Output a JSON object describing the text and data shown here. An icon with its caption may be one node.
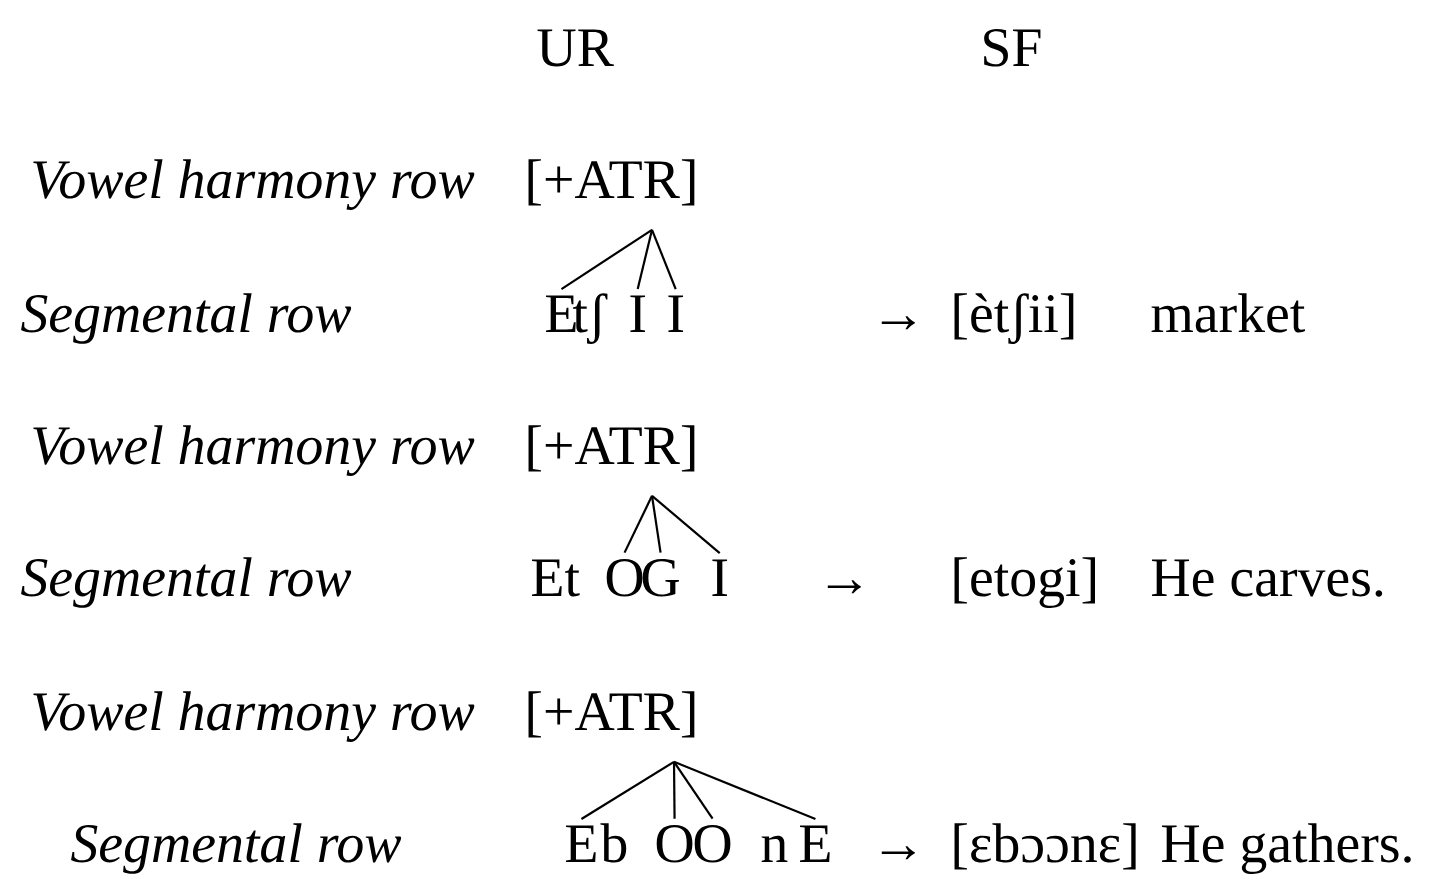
{
  "diagram": {
    "nodes": [
      {
        "text": [
          "[+ATR]"
        ]
      },
      {
        "text": [
          "E"
        ]
      },
      {
        "text": [
          "I"
        ]
      },
      {
        "text": [
          "I"
        ]
      },
      {
        "text": [
          "[+ATR]"
        ]
      },
      {
        "text": [
          "O"
        ]
      },
      {
        "text": [
          "G"
        ]
      },
      {
        "text": [
          "I"
        ]
      },
      {
        "text": [
          "[+ATR]"
        ]
      },
      {
        "text": [
          "E"
        ]
      },
      {
        "text": [
          "O"
        ]
      },
      {
        "text": [
          "O"
        ]
      },
      {
        "text": [
          "E"
        ]
      }
    ],
    "edges": [
      {
        "from": 0,
        "to": 1,
        "arrow": "none"
      },
      {
        "from": 0,
        "to": 2,
        "arrow": "none"
      },
      {
        "from": 0,
        "to": 3,
        "arrow": "none"
      },
      {
        "from": 4,
        "to": 5,
        "arrow": "none"
      },
      {
        "from": 4,
        "to": 6,
        "arrow": "none"
      },
      {
        "from": 4,
        "to": 7,
        "arrow": "none"
      },
      {
        "from": 8,
        "to": 9,
        "arrow": "none"
      },
      {
        "from": 8,
        "to": 10,
        "arrow": "none"
      },
      {
        "from": 8,
        "to": 11,
        "arrow": "none"
      },
      {
        "from": 8,
        "to": 12,
        "arrow": "none"
      }
    ],
    "labels": [
      "UR",
      "SF",
      "Vowel harmony row",
      "Segmental row",
      "tʃ",
      "→",
      "[ètʃii]",
      "market",
      "Vowel harmony row",
      "Segmental row",
      "Et",
      "→",
      "[etogi]",
      "He carves.",
      "Vowel harmony row",
      "Segmental row",
      "b",
      "n",
      "→",
      "[ɛbɔɔnɛ]",
      "He gathers."
    ]
  }
}
